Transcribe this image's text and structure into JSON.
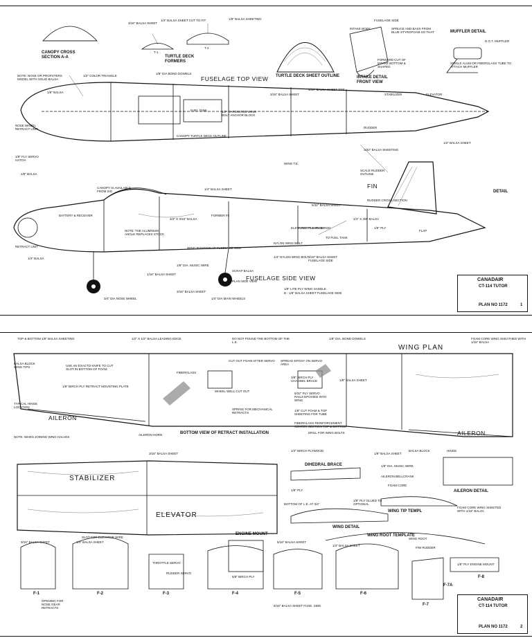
{
  "sheet1": {
    "sections": {
      "canopy_cross": "CANOPY CROSS\nSECTION A-A",
      "turtle_deck_formers": "TURTLE DECK\nFORMERS",
      "turtle_deck_outline": "TURTLE DECK SHEET OUTLINE",
      "intake_detail": "INTAKE DETAIL\nFRONT VIEW",
      "muffler_detail": "MUFFLER DETAIL",
      "fuselage_top_view": "FUSELAGE TOP VIEW",
      "fin": "FIN",
      "detail": "DETAIL",
      "fuselage_side_view": "FUSELAGE SIDE VIEW"
    },
    "former_labels": {
      "t1": "T-1",
      "t2": "T-2"
    },
    "labels": [
      "3/16\" BALSA SHEET",
      "1/4\" BALSA SHEET CUT TO FIT",
      "1/8\" BALSA SHEETING",
      "FUSELAGE SIDE",
      "INTAKE BODY",
      "SPRUCE AND BASS FROM BLUE STYROFOAM SO THAT",
      "FORWARD CUT OF INTAKE BOTTOM & SHAPED",
      "D.O.T. MUFFLER",
      "SINGLE ALUM OR FIBERGLASS TUBE TO ATTACH MUFFLER",
      "1/8\" DIA BOND DOWELS",
      "NOTE: NOSE OR PROPSTERS MODEL WITH SOLID BALSA",
      "1/2\" COLOR TRIANGLE",
      "1/8\" BALSA",
      "NOSE WHEEL RETRACT UNIT",
      "CANOPY TURTLE DECK OUTLINE",
      "FUEL TANK",
      "1/2\" HARDWOOD WING BOLT ANCHOR BLOCK",
      "3/16\" BALSA SHEET",
      "5/16\" BALSA SHEET TOP",
      "RUDDER",
      "ELEVATOR",
      "STABILIZER",
      "1/2\" BALSA SHEET",
      "3/32\" BALSA SHEETING",
      "WING T.E.",
      "SCALE RUDDER OUTLINE",
      "1/8\" BALSA",
      "CANOPY IS AVAILABLE FROM SIG",
      "1/8\" FLY SERVO HATCH",
      "RETRACT UNIT",
      "5/32\" BALSA SHEET",
      "TO FUEL TANK",
      "RUDDER CROSS SECTION",
      "1/4\" X 3/8\" BALSA",
      "1/8\" PLY",
      "BATTERY & RECEIVER",
      "NYLON WING BOLT",
      "ELEVATOR PUSHROD",
      "3/4\" X 3/16\" BALSA",
      "NOTE: THE ALUMINUM ANGLE REPLACES STOCK",
      "WING POSITION AT FUSELAGE SIDE",
      "THROTTLE PUSHROD",
      "FORMER F5",
      "1/8\" DIA. MUSIC WIRE",
      "1/4\" BALSA SHEET",
      "SCRAP BALSA",
      "FLAP",
      "1/4\" NYLON WING BOLT",
      "3/16\" BALSA SHEET FUSELAGE SIDE",
      "3/4\" DIA NOSE WHEEL",
      "1/4\" BALSA",
      "1/16\" BALSA SHEET",
      "1/4\" DIA MAIN WHEELS",
      "3/16\" BALSA SHEET",
      "PLAN SIDE VIEW",
      "1/8\" LITE PLY WING SADDLE",
      "B - 1/8\" BALSA SHEET FUSELAGE SIDE"
    ],
    "title_block": {
      "name": "CANADAIR",
      "model": "CT-114 TUTOR",
      "plan_no": "PLAN NO 1172",
      "sheet": "1"
    }
  },
  "sheet2": {
    "sections": {
      "wing_plan": "WING PLAN",
      "bottom_view": "BOTTOM VIEW OF RETRACT INSTALLATION",
      "aileron_left": "AILERON",
      "aileron_right": "AILERON",
      "stabilizer": "STABILIZER",
      "elevator": "ELEVATOR",
      "dihedral_brace": "DIHEDRAL BRACE",
      "aileron_detail": "AILERON DETAIL",
      "wing_tip_templ": "WING TIP TEMPL",
      "wing_detail": "WING DETAIL",
      "engine_mount": "ENGINE MOUNT",
      "wing_root_template": "WING ROOT TEMPLATE"
    },
    "formers": [
      "F-1",
      "F-2",
      "F-3",
      "F-4",
      "F-5",
      "F-6",
      "F-7",
      "F-7A",
      "F-8"
    ],
    "labels": [
      "TOP & BOTTOM 1/8\" BALSA SHEETING",
      "1/2\" X 1/2\" BALSA LEADING EDGE",
      "DO NOT POUND THE BOTTOM OF THE L.E.",
      "1/8\" DIA. BOND DOWELS",
      "FOAM CORE WING SHEATHED WITH 1/16\" BALSA",
      "BALSA BLOCK WING TIPS",
      "USE AN EXACTO KNIFE TO CUT SLOT IN BOTTOM OF FOAM",
      "1/8\" BIRCH PLY RETRACT MOUNTING PLATE",
      "FIBERGLASS",
      "CUT OUT FOAM AFTER SERVO",
      "SPREAD EPOXY ON SERVO AREA",
      "3/8\" BIRCH PLY CHANNEL BRACE",
      "1/8\" BALSA SHEET",
      "5/32\" PLY SERVO RAILS EPOXIED INTO WING",
      "1/8\" CUT FOAM & TOP SHEETING FOR TUBE",
      "WHEEL WELL CUT OUT",
      "SPRING FOR MECHANICAL RETRACTS",
      "FIBERGLASS REINFORCEMENT CENTER SECTION TOP & BOTTOM",
      "AILERON HORN",
      "DRILL FOR WING BOLTS",
      "TYPICAL HINGE LOCATION",
      "NOTE: WHEN JOINING WING HALVES",
      "3/16\" BALSA SHEET",
      "1/4\" BIRCH PLYWOOD",
      "1/8\" BALSA SHEET",
      "BALSA BLOCK",
      "1/8\" DIA. MUSIC WIRE",
      "AILERON BELLCRANK",
      "FOAM CORE",
      "HINGE",
      "SLOT FOR ELEVATOR WIRE",
      "1/8\" PLY",
      "BOTTOM OF L.E. AT 3/4\"",
      "1/8\" PLY GLUED TO OPTIONAL",
      "3/16\" BALSA SHEET",
      "1/4\" BALSA SHEET",
      "WING ROOT",
      "1/4\" BALSA SHEET",
      "THROTTLE SERVO",
      "RUDDER SERVO",
      "5/8\" BIRCH PLY",
      "5/16\" BALSA SHEET",
      "OPENING FOR NOSE GEAR RETRACTS",
      "5/16\" BALSA SHEET FUSE. SIDE",
      "F/W RUDDER",
      "1/8\" PLY ENGINE MOUNT",
      "FOAM CORE WING SHEETED WITH 1/16\" BALSA"
    ],
    "title_block": {
      "name": "CANADAIR",
      "model": "CT-114 TUTOR",
      "plan_no": "PLAN NO 1172",
      "sheet": "2"
    }
  }
}
